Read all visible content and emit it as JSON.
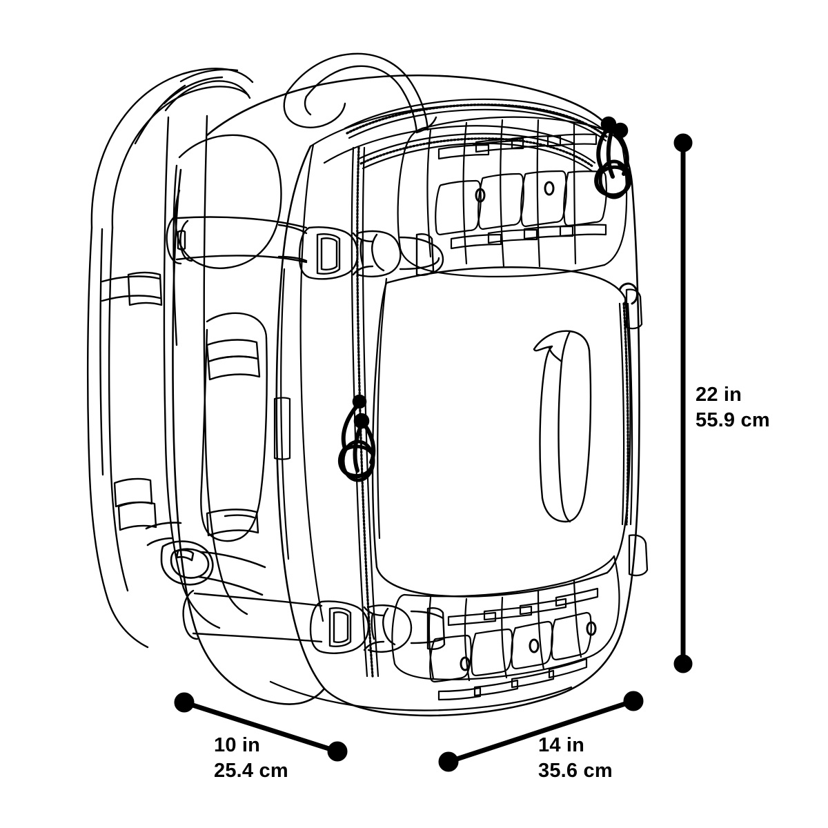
{
  "diagram": {
    "title": "Backpack dimensions technical line drawing",
    "subject": "tactical travel backpack",
    "background_color": "#ffffff",
    "line_color": "#000000",
    "dimension_color": "#000000"
  },
  "dimensions": {
    "height": {
      "name": "height",
      "imperial": "22 in",
      "metric": "55.9 cm",
      "orientation": "vertical",
      "endpoints": [
        [
          990,
          207
        ],
        [
          990,
          962
        ]
      ]
    },
    "depth": {
      "name": "depth",
      "imperial": "10 in",
      "metric": "25.4 cm",
      "orientation": "diagonal-left",
      "endpoints": [
        [
          267,
          1018
        ],
        [
          489,
          1089
        ]
      ]
    },
    "width": {
      "name": "width",
      "imperial": "14 in",
      "metric": "35.6 cm",
      "orientation": "diagonal-right",
      "endpoints": [
        [
          650,
          1104
        ],
        [
          918,
          1016
        ]
      ]
    }
  },
  "features": [
    {
      "name": "top-carry-handle",
      "label": "Top carry handle"
    },
    {
      "name": "shoulder-straps",
      "label": "Padded shoulder straps"
    },
    {
      "name": "molle-panel-upper",
      "label": "Upper laser-cut MOLLE panel"
    },
    {
      "name": "molle-panel-lower",
      "label": "Lower laser-cut MOLLE panel"
    },
    {
      "name": "compression-buckle-upper",
      "label": "Upper side-release buckle"
    },
    {
      "name": "compression-buckle-lower",
      "label": "Lower side-release buckle"
    },
    {
      "name": "side-grab-handle",
      "label": "Side grab handle"
    },
    {
      "name": "main-zipper",
      "label": "Main clamshell zipper"
    },
    {
      "name": "zipper-pull-cord-front",
      "label": "Front zipper pull cord"
    },
    {
      "name": "zipper-pull-cord-top",
      "label": "Top zipper pull cord"
    },
    {
      "name": "d-ring-hardware",
      "label": "D-ring attachment hardware"
    }
  ]
}
